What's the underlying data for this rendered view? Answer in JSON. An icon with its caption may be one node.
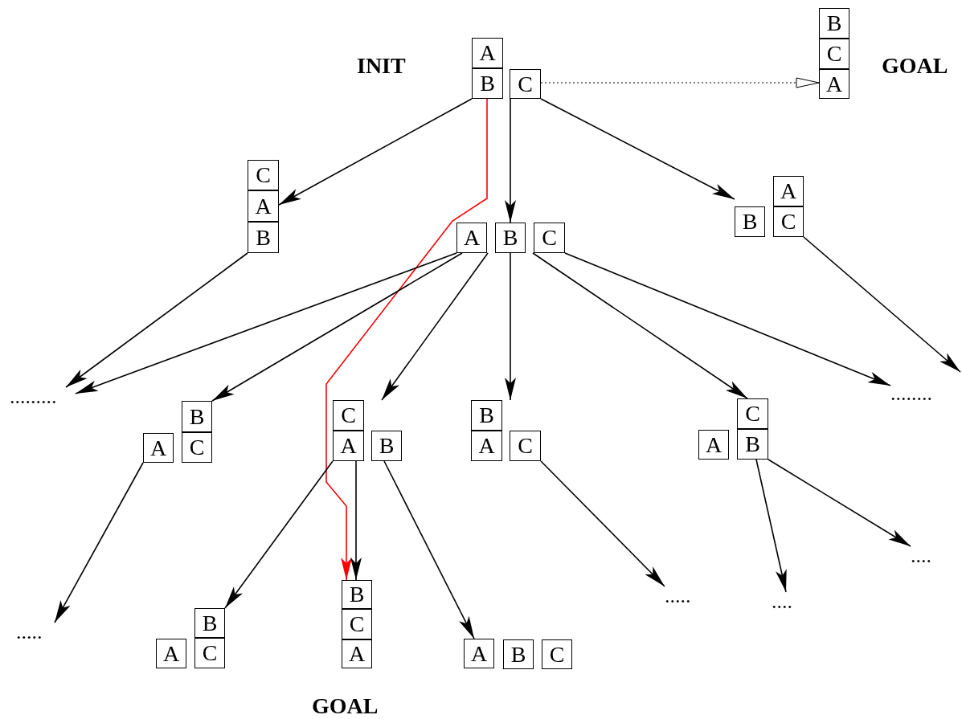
{
  "diagram": {
    "nodes": [
      {
        "text": [],
        "shape": "picture",
        "beside": [
          "INIT"
        ]
      },
      {
        "text": [
          "A"
        ],
        "in": 0
      },
      {
        "text": [
          "B"
        ],
        "in": 0
      },
      {
        "text": [
          "C"
        ],
        "in": 0
      },
      {
        "text": [],
        "shape": "picture",
        "beside": [
          "GOAL"
        ]
      },
      {
        "text": [
          "B"
        ],
        "in": 4
      },
      {
        "text": [
          "C"
        ],
        "in": 4
      },
      {
        "text": [
          "A"
        ],
        "in": 4
      },
      {
        "text": [],
        "shape": "picture"
      },
      {
        "text": [
          "C"
        ],
        "in": 8
      },
      {
        "text": [
          "A"
        ],
        "in": 8
      },
      {
        "text": [
          "B"
        ],
        "in": 8
      },
      {
        "text": [],
        "shape": "picture"
      },
      {
        "text": [
          "A"
        ],
        "in": 12
      },
      {
        "text": [
          "B"
        ],
        "in": 12
      },
      {
        "text": [
          "C"
        ],
        "in": 12
      },
      {
        "text": [],
        "shape": "picture"
      },
      {
        "text": [
          "A"
        ],
        "in": 16
      },
      {
        "text": [
          "B"
        ],
        "in": 16
      },
      {
        "text": [
          "C"
        ],
        "in": 16
      },
      {
        "text": [
          "........."
        ]
      },
      {
        "text": [],
        "shape": "picture"
      },
      {
        "text": [
          "B"
        ],
        "in": 21
      },
      {
        "text": [
          "A"
        ],
        "in": 21
      },
      {
        "text": [
          "C"
        ],
        "in": 21
      },
      {
        "text": [],
        "shape": "picture"
      },
      {
        "text": [
          "C"
        ],
        "in": 25
      },
      {
        "text": [
          "A"
        ],
        "in": 25
      },
      {
        "text": [
          "B"
        ],
        "in": 25
      },
      {
        "text": [],
        "shape": "picture"
      },
      {
        "text": [
          "B"
        ],
        "in": 29
      },
      {
        "text": [
          "A"
        ],
        "in": 29
      },
      {
        "text": [
          "C"
        ],
        "in": 29
      },
      {
        "text": [],
        "shape": "picture"
      },
      {
        "text": [
          "C"
        ],
        "in": 33
      },
      {
        "text": [
          "A"
        ],
        "in": 33
      },
      {
        "text": [
          "B"
        ],
        "in": 33
      },
      {
        "text": [
          "........"
        ]
      },
      {
        "text": [
          "....."
        ]
      },
      {
        "text": [],
        "shape": "picture"
      },
      {
        "text": [
          "B"
        ],
        "in": 39
      },
      {
        "text": [
          "A"
        ],
        "in": 39
      },
      {
        "text": [
          "C"
        ],
        "in": 39
      },
      {
        "text": [],
        "shape": "picture",
        "beside": [
          "GOAL"
        ]
      },
      {
        "text": [
          "B"
        ],
        "in": 43
      },
      {
        "text": [
          "C"
        ],
        "in": 43
      },
      {
        "text": [
          "A"
        ],
        "in": 43
      },
      {
        "text": [],
        "shape": "picture"
      },
      {
        "text": [
          "A"
        ],
        "in": 47
      },
      {
        "text": [
          "B"
        ],
        "in": 47
      },
      {
        "text": [
          "C"
        ],
        "in": 47
      },
      {
        "text": [
          "....."
        ]
      },
      {
        "text": [
          "...."
        ]
      },
      {
        "text": [
          "...."
        ]
      }
    ],
    "edges": [
      {
        "from": 0,
        "to": 4,
        "arrow": "to",
        "style": "dashed"
      },
      {
        "from": 0,
        "to": 8,
        "arrow": "to"
      },
      {
        "from": 0,
        "to": 12,
        "arrow": "to"
      },
      {
        "from": 0,
        "to": 16,
        "arrow": "to"
      },
      {
        "from": 0,
        "to": 43,
        "arrow": "to",
        "color": "#ff0000"
      },
      {
        "from": 8,
        "to": 20,
        "arrow": "to"
      },
      {
        "from": 12,
        "to": 20,
        "arrow": "to"
      },
      {
        "from": 12,
        "to": 21,
        "arrow": "to"
      },
      {
        "from": 12,
        "to": 25,
        "arrow": "to"
      },
      {
        "from": 12,
        "to": 29,
        "arrow": "to"
      },
      {
        "from": 12,
        "to": 33,
        "arrow": "to"
      },
      {
        "from": 12,
        "to": 37,
        "arrow": "to"
      },
      {
        "from": 16,
        "to": null,
        "arrow": "to"
      },
      {
        "from": 21,
        "to": 38,
        "arrow": "to"
      },
      {
        "from": 25,
        "to": 39,
        "arrow": "to"
      },
      {
        "from": 25,
        "to": 43,
        "arrow": "to"
      },
      {
        "from": 25,
        "to": 47,
        "arrow": "to"
      },
      {
        "from": 29,
        "to": 51,
        "arrow": "to"
      },
      {
        "from": 33,
        "to": 52,
        "arrow": "to"
      },
      {
        "from": 33,
        "to": 53,
        "arrow": "to"
      }
    ]
  }
}
